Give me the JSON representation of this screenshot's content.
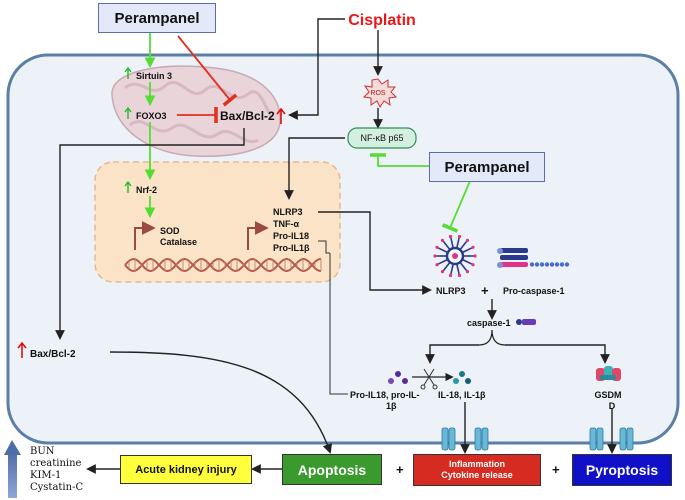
{
  "labels": {
    "perampanel_top": "Perampanel",
    "cisplatin": "Cisplatin",
    "sirtuin3": "Sirtuin 3",
    "foxo3": "FOXO3",
    "bax_bcl2_mito": "Bax/Bcl-2",
    "ros": "ROS",
    "nfkb": "NF-κB p65",
    "perampanel_mid": "Perampanel",
    "nrf2": "Nrf-2",
    "sod": "SOD",
    "catalase": "Catalase",
    "nlrp3_gene": "NLRP3",
    "tnfa": "TNF-α",
    "pro_il18": "Pro-IL18",
    "pro_il1b": "Pro-IL1β",
    "nlrp3": "NLRP3",
    "plus1": "+",
    "pro_caspase1": "Pro-caspase-1",
    "caspase1": "caspase-1",
    "bax_bcl2_cell": "Bax/Bcl-2",
    "pro_il18_il_line1": "Pro-IL18, pro-IL-",
    "pro_il18_il_line2": "1β",
    "il18_il1b": "IL-18, IL-1β",
    "gsdm_line1": "GSDM",
    "gsdm_line2": "D",
    "plus2": "+",
    "plus3": "+"
  },
  "outcomes": {
    "acute_kidney_injury": "Acute kidney injury",
    "apoptosis": "Apoptosis",
    "inflammation_line1": "Inflammation",
    "inflammation_line2": "Cytokine release",
    "pyroptosis": "Pyroptosis"
  },
  "markers": [
    "BUN",
    "creatinine",
    "KIM-1",
    "Cystatin-C"
  ],
  "colors": {
    "up_arrow": "#22bb22",
    "up_arrow_red": "#e01010",
    "green_path": "#55dd33",
    "inhibit_red": "#e03020",
    "cell_border": "#5c7fa6",
    "cell_fill": "#edf2f8",
    "nucleus_fill": "#fbe3c7",
    "mito_fill": "#e8d4d9",
    "apoptosis_fill": "#3a9a2e",
    "aki_fill": "#ffff3c",
    "inflammation_fill": "#d52b21",
    "pyroptosis_fill": "#1010c8",
    "dna": "#b45a50",
    "cisplatin_red": "#e81818"
  },
  "icons": [
    "ros-burst-icon",
    "inflammasome-icon",
    "pro-caspase-1-icon",
    "caspase-1-icon",
    "scissors-icon",
    "gsdmd-pore-icon",
    "membrane-channel-icon",
    "dna-helix-icon",
    "mitochondrion-icon"
  ]
}
